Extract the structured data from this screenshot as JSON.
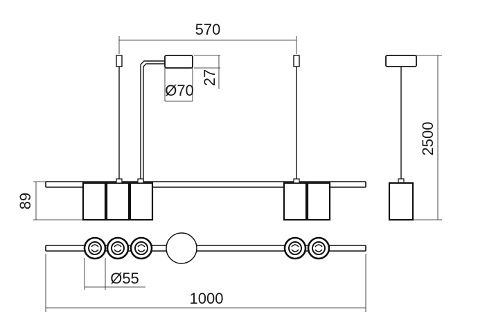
{
  "dimensions": {
    "suspension_spacing": "570",
    "canopy_height": "27",
    "canopy_diameter": "Ø70",
    "overall_height": "89",
    "cable_length": "2500",
    "spot_diameter": "Ø55",
    "overall_length": "1000"
  },
  "colors": {
    "line": "#1a1a1a",
    "fill": "#ffffff"
  }
}
